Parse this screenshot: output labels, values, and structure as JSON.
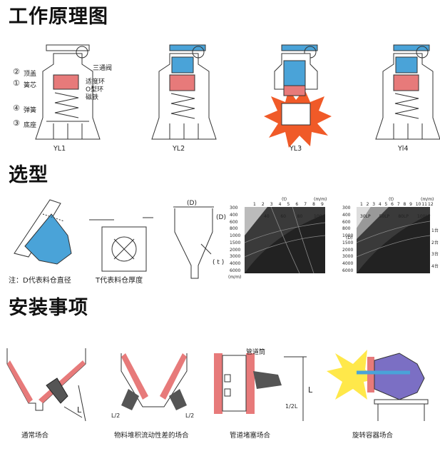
{
  "sections": {
    "principle": "工作原理图",
    "selection": "选型",
    "installation": "安装事项"
  },
  "principle": {
    "labels": {
      "two": "②",
      "one": "①",
      "four": "④",
      "three": "③",
      "top_cover": "顶盖",
      "core": "簧芯",
      "spring": "弹簧",
      "base": "底座",
      "valve": "三通阀",
      "ring": "适度环",
      "oring": "O型环",
      "magnet": "磁铁"
    },
    "captions": [
      "YL1",
      "YL2",
      "YL3",
      "Yl4"
    ]
  },
  "selection": {
    "note_d": "注：D代表料仓直径",
    "note_t": "T代表料仓厚度",
    "funnel_D": "(D)",
    "funnel_D2": "(D)",
    "funnel_t": "( t )",
    "chart1": {
      "corner": "(t)",
      "unit": "(m/m)",
      "xticks": [
        "1",
        "2",
        "3",
        "4",
        "5",
        "6",
        "7",
        "8",
        "9"
      ],
      "yticks": [
        "300",
        "400",
        "600",
        "800",
        "1000",
        "1500",
        "2000",
        "3000",
        "4000",
        "6000"
      ],
      "ylabel": "(m/m)",
      "series": [
        "40",
        "60",
        "80",
        "100"
      ]
    },
    "chart2": {
      "corner": "(t)",
      "unit": "(m/m)",
      "xticks": [
        "1",
        "2",
        "3",
        "4",
        "5",
        "6",
        "7",
        "8",
        "9",
        "10",
        "11",
        "12"
      ],
      "yticks": [
        "300",
        "400",
        "600",
        "800",
        "1000",
        "1500",
        "2000",
        "3000",
        "4000",
        "6000"
      ],
      "ylabel": "(D)",
      "series": [
        "30LP",
        "50LP",
        "80LP",
        "100LP"
      ],
      "right": [
        "1台",
        "2台",
        "3台",
        "4台"
      ]
    }
  },
  "installation": {
    "captions": [
      "通常场合",
      "物料堆积流动性差的场合",
      "管道堵塞场合",
      "旋转容器场合"
    ],
    "dims": {
      "L1": "L",
      "L2a": "L/2",
      "L2b": "L/2",
      "L3": "L",
      "half": "1/2L"
    },
    "pipe_label": "管道筒"
  },
  "colors": {
    "pink": "#e77a7a",
    "blue": "#4aa3d8",
    "steel": "#2a2a2a",
    "purple": "#7b6fc4",
    "yellow": "#ffe84a",
    "burst": "#f05a28"
  }
}
